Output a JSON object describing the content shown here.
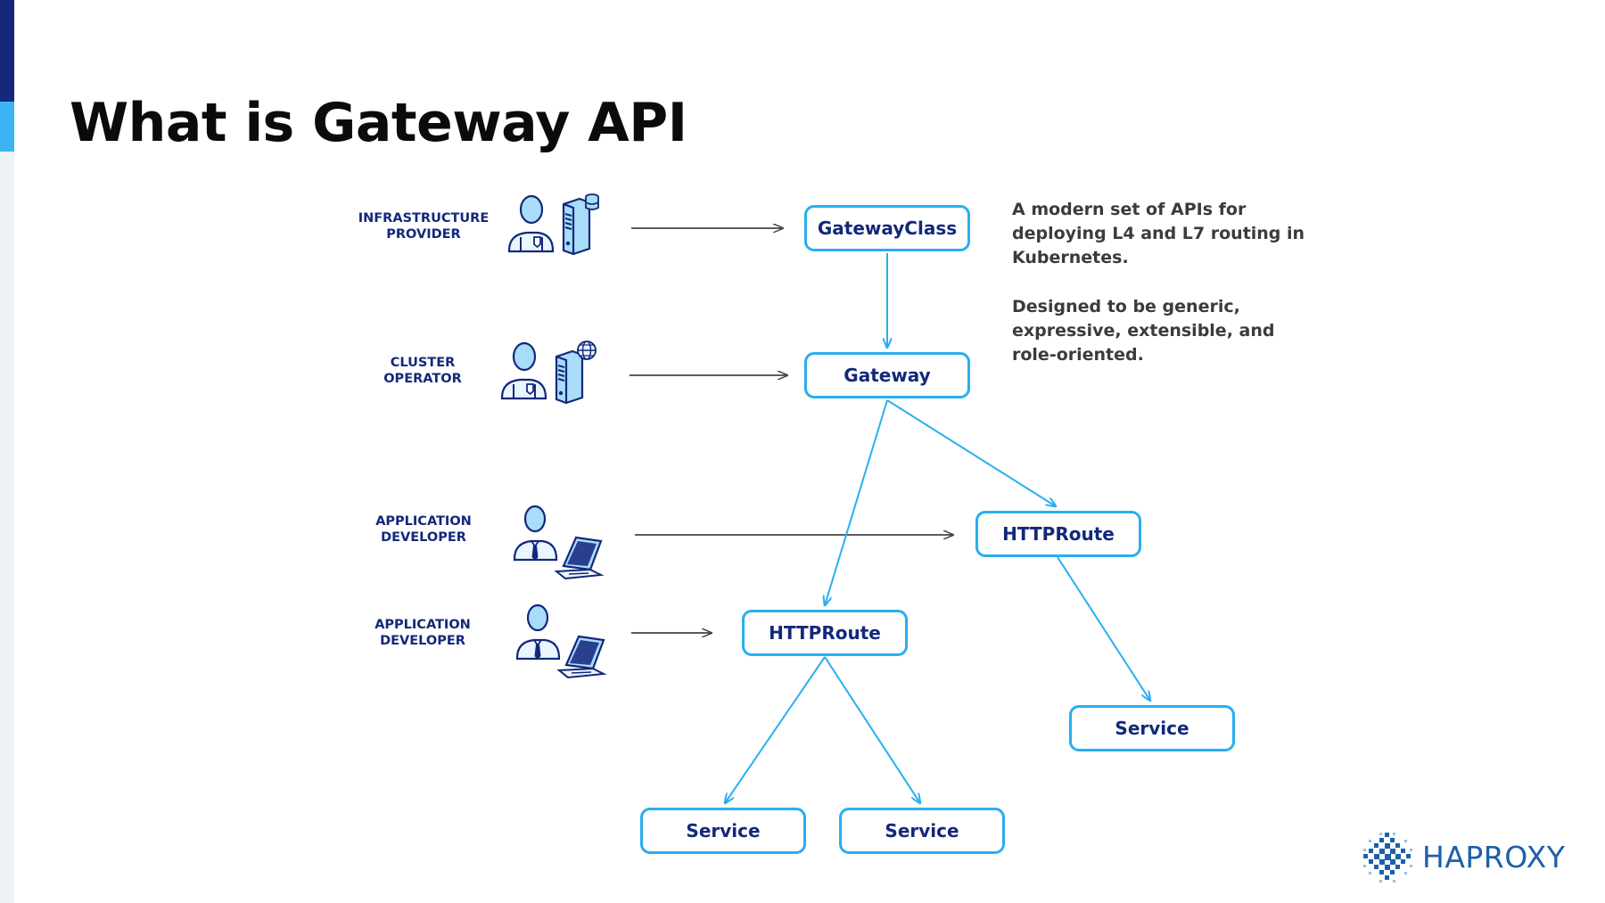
{
  "title": "What is Gateway API",
  "roles": [
    {
      "line1": "INFRASTRUCTURE",
      "line2": "PROVIDER",
      "icon": "infrastructure-provider-icon"
    },
    {
      "line1": "CLUSTER",
      "line2": "OPERATOR",
      "icon": "cluster-operator-icon"
    },
    {
      "line1": "APPLICATION",
      "line2": "DEVELOPER",
      "icon": "application-developer-icon"
    },
    {
      "line1": "APPLICATION",
      "line2": "DEVELOPER",
      "icon": "application-developer-icon"
    }
  ],
  "nodes": {
    "gateway_class": "GatewayClass",
    "gateway": "Gateway",
    "httproute_right": "HTTPRoute",
    "httproute_left": "HTTPRoute",
    "service_right": "Service",
    "service_bottom_left": "Service",
    "service_bottom_middle": "Service"
  },
  "description": {
    "paragraph1": "A modern set of APIs for deploying L4 and L7 routing in Kubernetes.",
    "paragraph2": "Designed to be generic, expressive, extensible, and role-oriented."
  },
  "logo": {
    "text": "HAPROXY"
  },
  "colors": {
    "accent_blue": "#29aef0",
    "navy": "#13287a",
    "arrow_gray": "#444444",
    "body_text": "#3b3b3b"
  }
}
